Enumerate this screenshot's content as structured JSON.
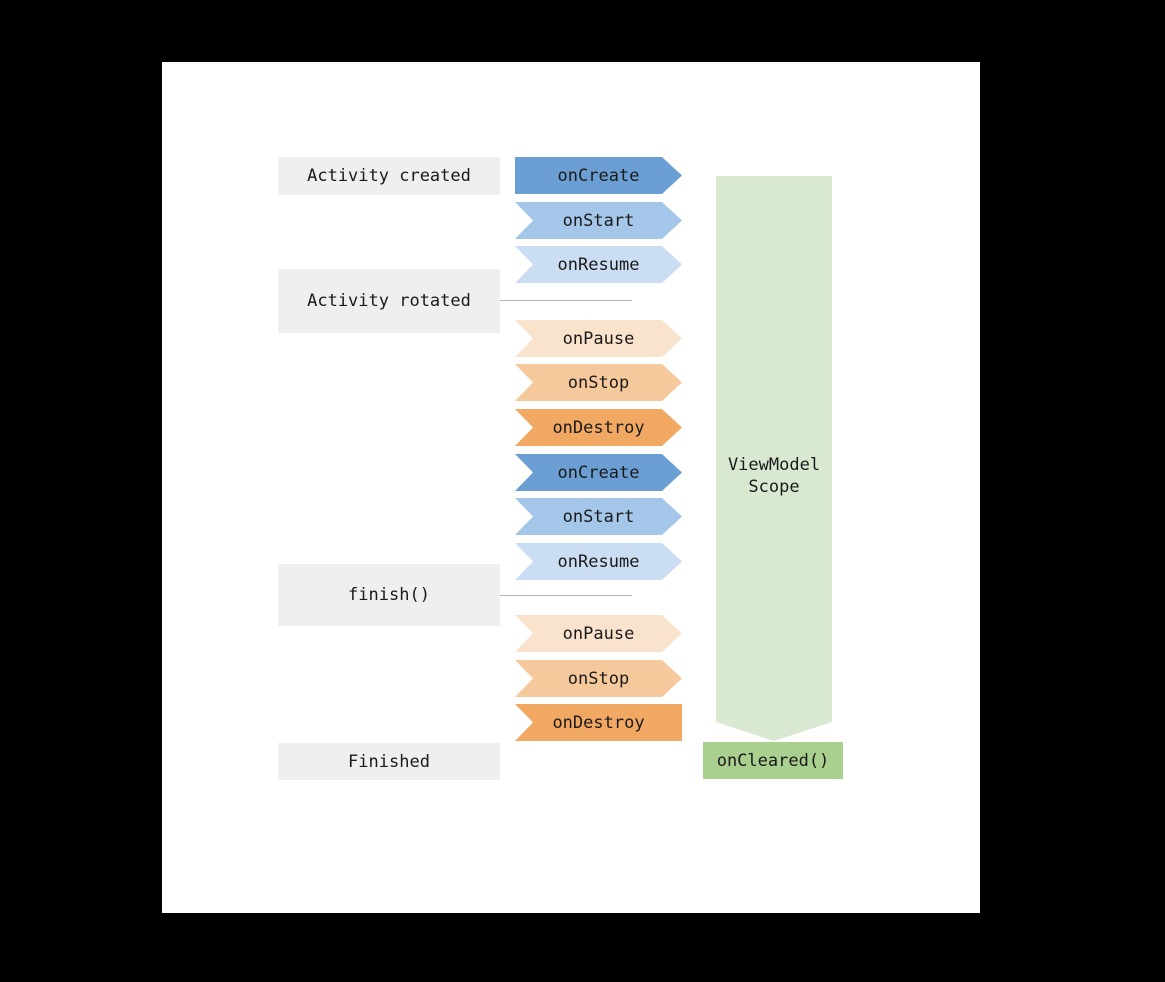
{
  "diagram": {
    "background_color": "#000000",
    "canvas_color": "#ffffff",
    "text_color": "#1a1a1a",
    "state_box_color": "#efefef",
    "connector_color": "#b7b7b7"
  },
  "activity_states": [
    {
      "label": "Activity created"
    },
    {
      "label": "Activity rotated"
    },
    {
      "label": "finish()"
    },
    {
      "label": "Finished"
    }
  ],
  "lifecycle_events": [
    {
      "label": "onCreate",
      "color": "#6b9fd4"
    },
    {
      "label": "onStart",
      "color": "#a4c6e8"
    },
    {
      "label": "onResume",
      "color": "#cbddf2"
    },
    {
      "label": "onPause",
      "color": "#fae3cc"
    },
    {
      "label": "onStop",
      "color": "#f6c99d"
    },
    {
      "label": "onDestroy",
      "color": "#f1a863"
    },
    {
      "label": "onCreate",
      "color": "#6b9fd4"
    },
    {
      "label": "onStart",
      "color": "#a4c6e8"
    },
    {
      "label": "onResume",
      "color": "#cbddf2"
    },
    {
      "label": "onPause",
      "color": "#fae3cc"
    },
    {
      "label": "onStop",
      "color": "#f6c99d"
    },
    {
      "label": "onDestroy",
      "color": "#f1a863"
    }
  ],
  "viewmodel": {
    "scope_line1": "ViewModel",
    "scope_line2": "Scope",
    "arrow_color": "#d9e8d1",
    "cleared_label": "onCleared()",
    "cleared_color": "#a9d08e"
  }
}
